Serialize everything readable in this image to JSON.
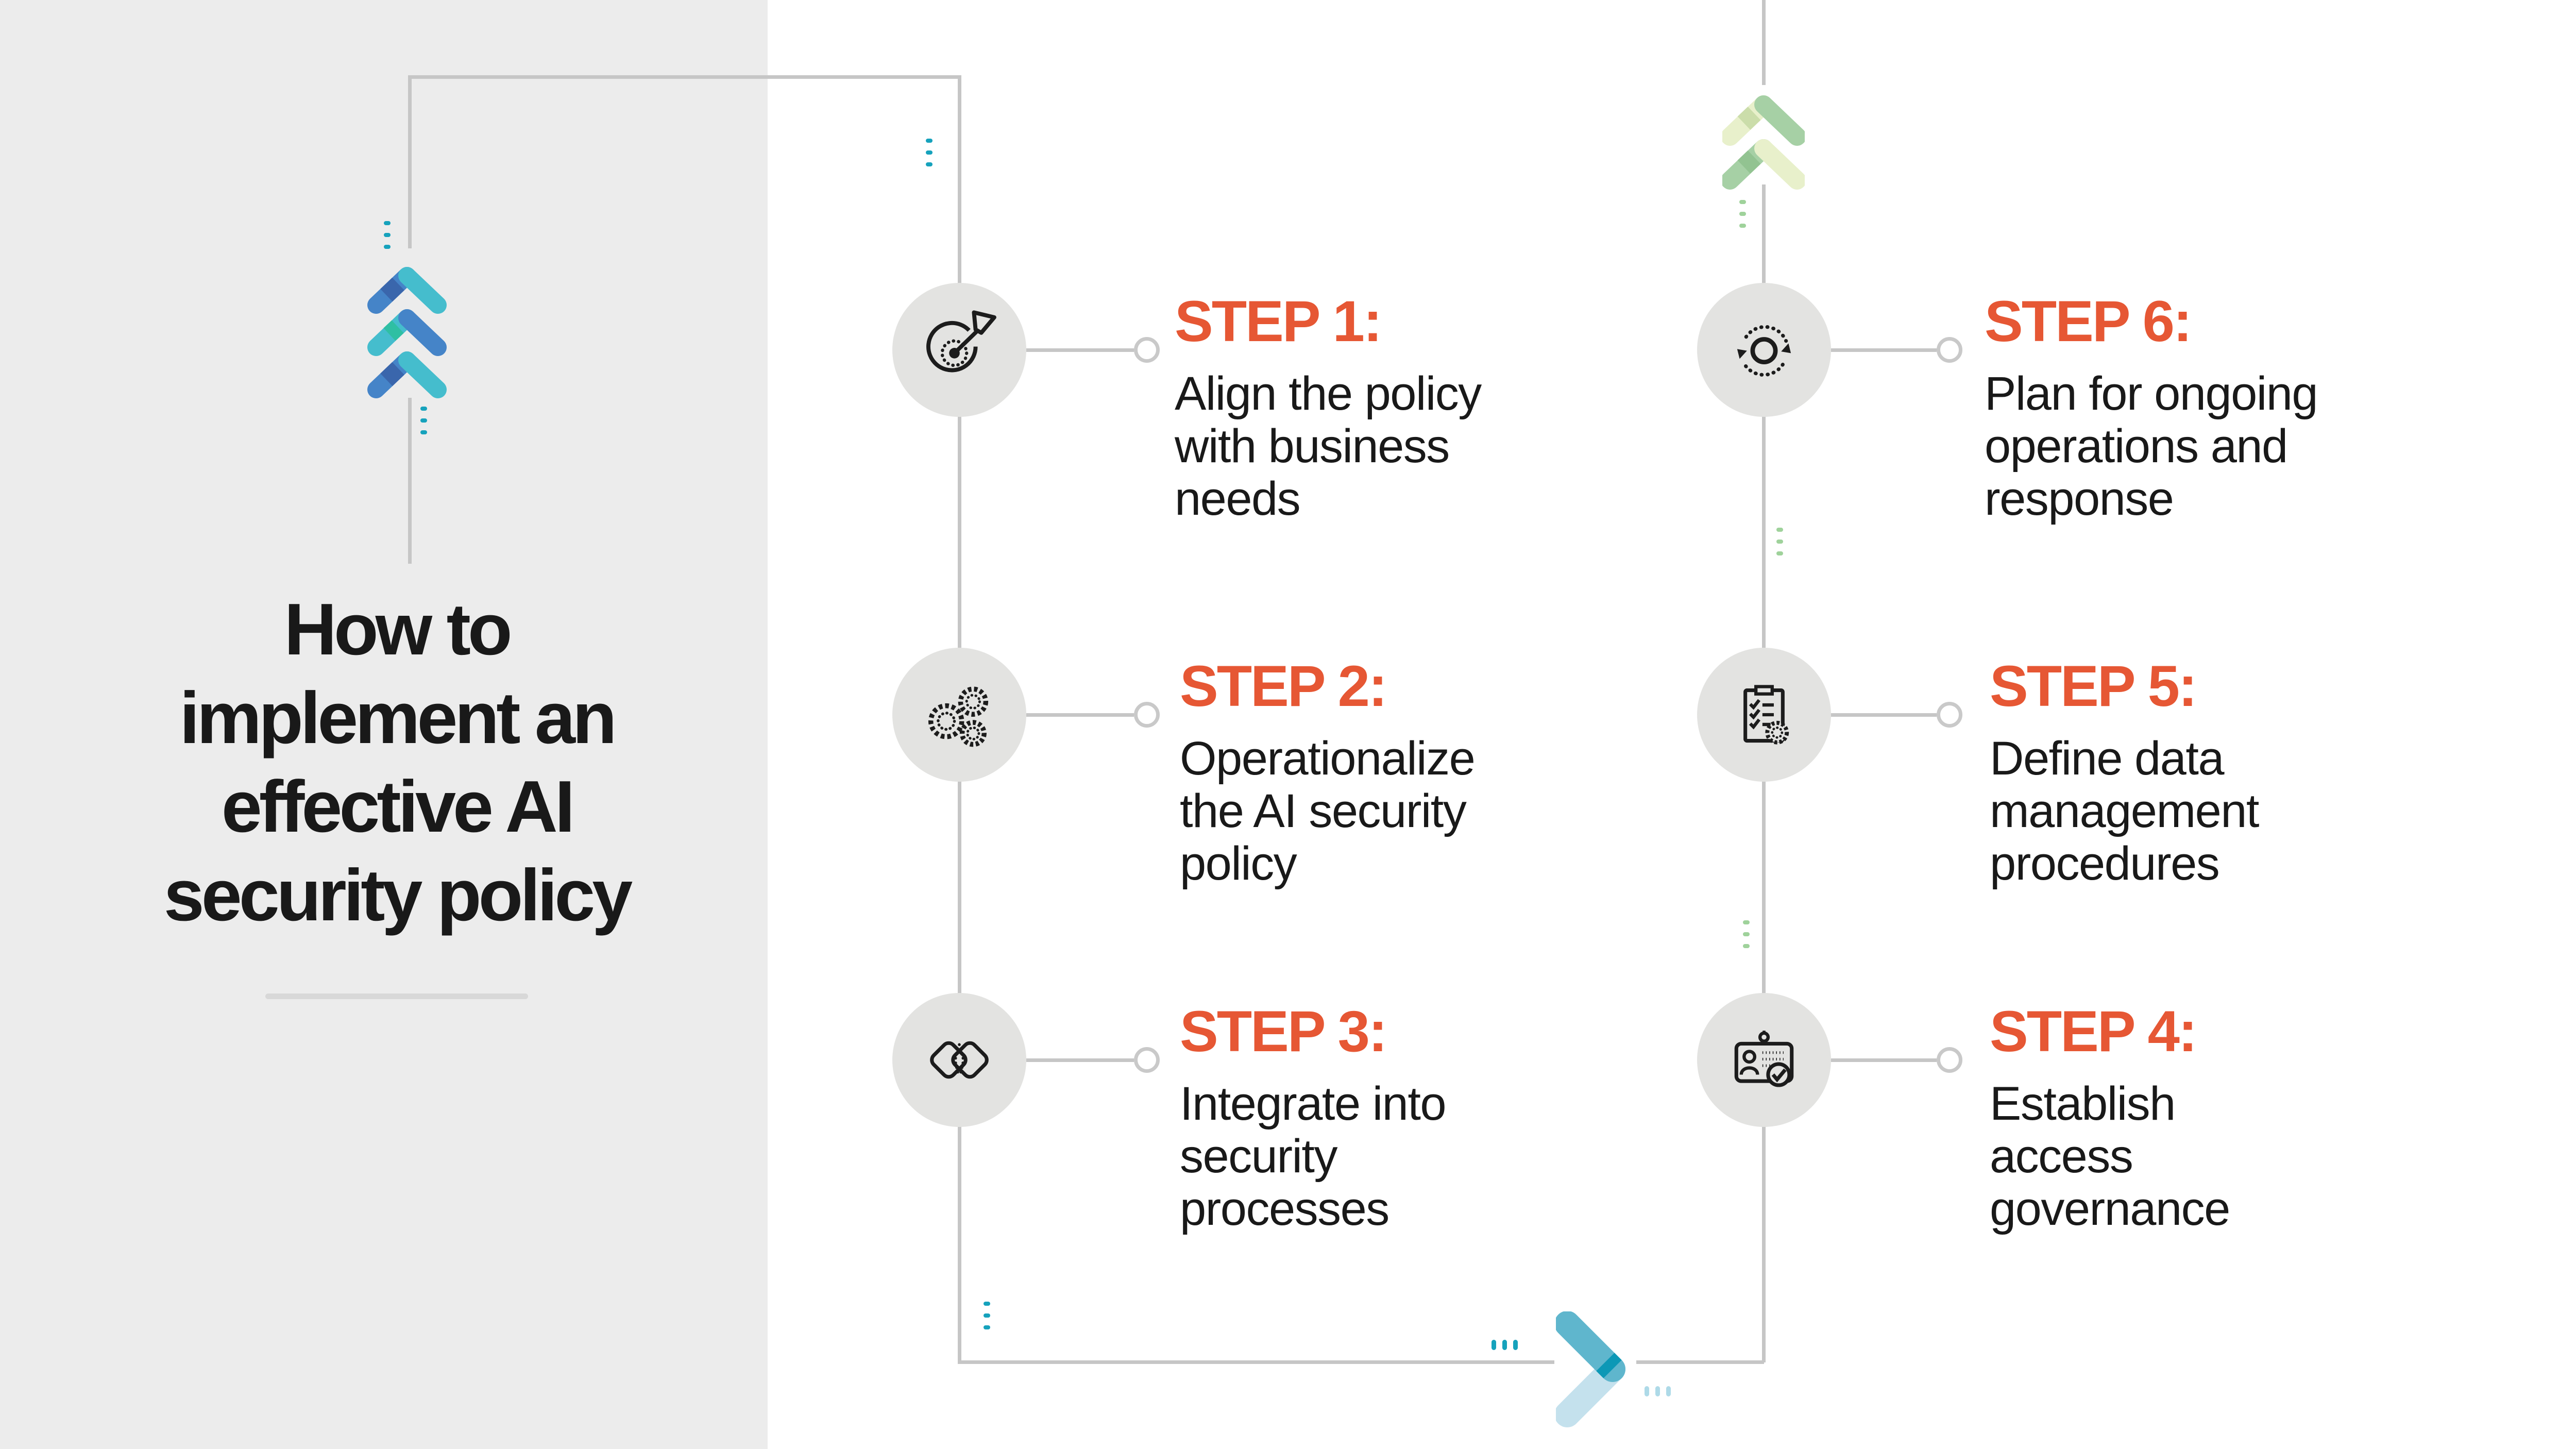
{
  "title": {
    "lines": [
      "How to",
      "implement an",
      "effective AI",
      "security policy"
    ]
  },
  "columns": {
    "left": [
      {
        "label": "STEP 1:",
        "lines": [
          "Align the policy",
          "with business",
          "needs"
        ],
        "icon": "target-icon"
      },
      {
        "label": "STEP 2:",
        "lines": [
          "Operationalize",
          "the AI security",
          "policy"
        ],
        "icon": "gears-icon"
      },
      {
        "label": "STEP 3:",
        "lines": [
          "Integrate into",
          "security",
          "processes"
        ],
        "icon": "overlapping-shapes-icon"
      }
    ],
    "right": [
      {
        "label": "STEP 6:",
        "lines": [
          "Plan for ongoing",
          "operations and",
          "response"
        ],
        "icon": "cycle-icon"
      },
      {
        "label": "STEP 5:",
        "lines": [
          "Define data",
          "management",
          "procedures"
        ],
        "icon": "checklist-gear-icon"
      },
      {
        "label": "STEP 4:",
        "lines": [
          "Establish",
          "access",
          "governance"
        ],
        "icon": "id-badge-check-icon"
      }
    ]
  },
  "colors": {
    "accent_orange": "#e65734",
    "text_black": "#191919",
    "panel_gray": "#ececec",
    "circle_gray": "#e3e3e1",
    "line_gray": "#c6c6c6",
    "teal_dot": "#16a2bc",
    "green_dot": "#9fd29b",
    "lightblue_dot": "#aedae8",
    "chevron_blue": "#4584c8",
    "chevron_teal": "#45bdcd",
    "chevron_navy": "#3a66ac",
    "chevron_emerald": "#2fbfa3",
    "chevron_green": "#a6d0a5",
    "chevron_pale_green": "#e8f0cb",
    "chevron_dark_cyan": "#0c98b6",
    "chevron_sky": "#c4e1ed"
  }
}
